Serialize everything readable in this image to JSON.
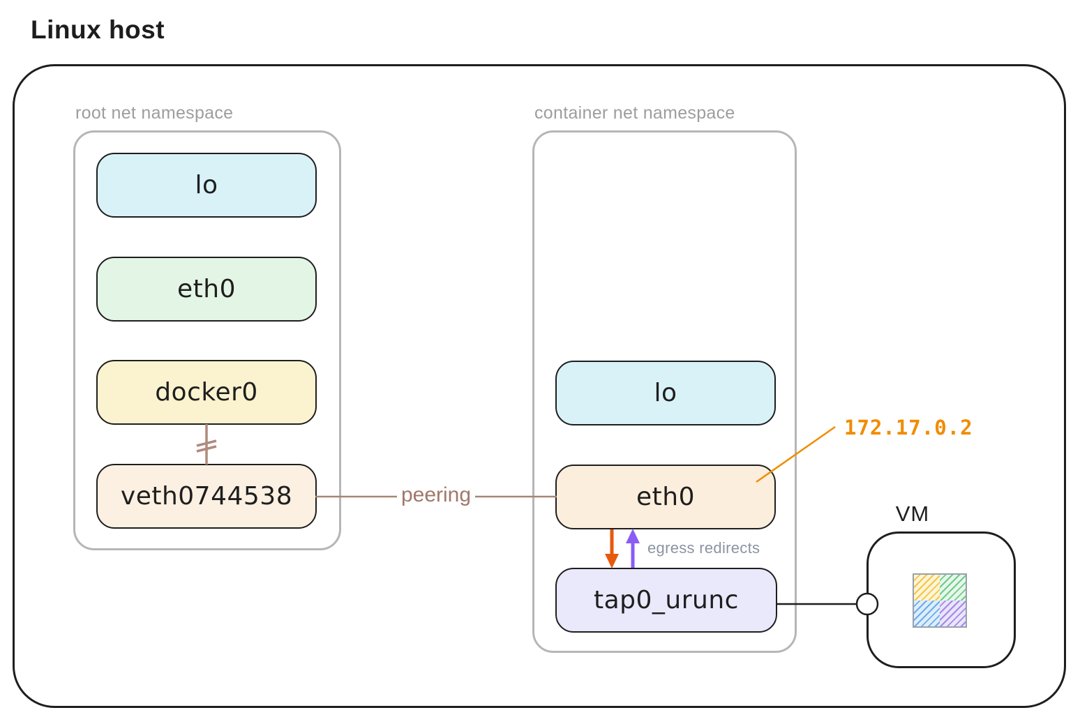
{
  "title": "Linux host",
  "namespaces": {
    "root": {
      "label": "root net namespace",
      "nodes": [
        {
          "id": "lo",
          "label": "lo",
          "fill": "#d9f2f8"
        },
        {
          "id": "eth0",
          "label": "eth0",
          "fill": "#e3f5e5"
        },
        {
          "id": "docker0",
          "label": "docker0",
          "fill": "#fbf3cf"
        },
        {
          "id": "veth",
          "label": "veth0744538",
          "fill": "#fcf0e2"
        }
      ]
    },
    "container": {
      "label": "container net namespace",
      "nodes": [
        {
          "id": "lo",
          "label": "lo",
          "fill": "#d9f2f8"
        },
        {
          "id": "eth0",
          "label": "eth0",
          "fill": "#fceedd"
        },
        {
          "id": "tap0",
          "label": "tap0_urunc",
          "fill": "#eae8fb"
        }
      ]
    }
  },
  "links": {
    "peering_label": "peering",
    "egress_label": "egress redirects",
    "ip_label": "172.17.0.2"
  },
  "vm": {
    "label": "VM"
  },
  "colors": {
    "outline": "#1e1e1e",
    "namespace_border": "#b6b6b6",
    "namespace_label": "#9d9d9d",
    "peering": "#a0786a",
    "bridge_link": "#b08a7d",
    "egress_text": "#8b93a2",
    "ingress_arrow": "#e8590c",
    "egress_arrow": "#8a5cf6",
    "ip_orange": "#f08c00"
  }
}
